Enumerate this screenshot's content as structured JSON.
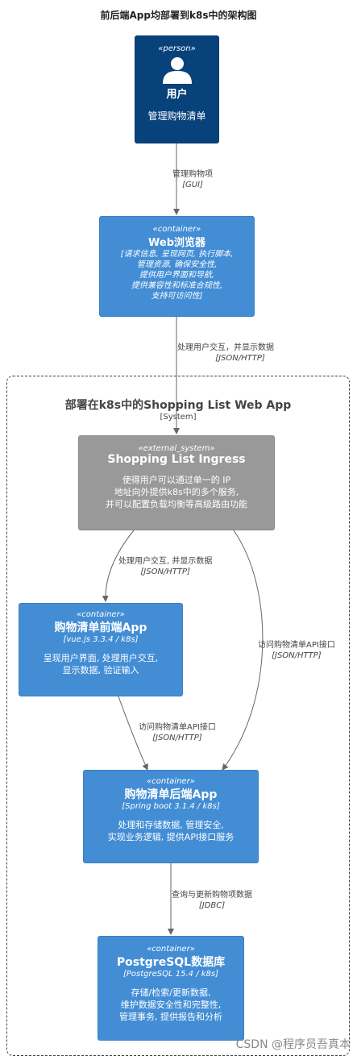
{
  "title": "前后端App均部署到k8s中的架构图",
  "boundary": {
    "title": "部署在k8s中的Shopping List Web App",
    "type": "[System]"
  },
  "nodes": {
    "user": {
      "stereotype": "«person»",
      "name": "用户",
      "description": "管理购物清单"
    },
    "browser": {
      "stereotype": "«container»",
      "name": "Web浏览器",
      "lines": [
        "[请求信息, 呈现网页, 执行脚本,",
        "管理资源, 确保安全性,",
        "提供用户界面和导航,",
        "提供兼容性和标准合规性,",
        "支持可访问性]"
      ]
    },
    "ingress": {
      "stereotype": "«external_system»",
      "name": "Shopping List Ingress",
      "lines": [
        "使得用户可以通过单一的 IP",
        "地址向外提供k8s中的多个服务,",
        "并可以配置负载均衡等高级路由功能"
      ]
    },
    "frontend": {
      "stereotype": "«container»",
      "name": "购物清单前端App",
      "technology": "[vue.js 3.3.4 / k8s]",
      "lines": [
        "呈现用户界面, 处理用户交互,",
        "显示数据, 验证输入"
      ]
    },
    "backend": {
      "stereotype": "«container»",
      "name": "购物清单后端App",
      "technology": "[Spring boot 3.1.4 / k8s]",
      "lines": [
        "处理和存储数据, 管理安全,",
        "实现业务逻辑, 提供API接口服务"
      ]
    },
    "database": {
      "stereotype": "«container»",
      "name": "PostgreSQL数据库",
      "technology": "[PostgreSQL 15.4 / k8s]",
      "lines": [
        "存储/检索/更新数据,",
        "维护数据安全性和完整性,",
        "管理事务, 提供报告和分析"
      ]
    }
  },
  "edges": {
    "user_browser": {
      "label": "管理购物项",
      "technology": "[GUI]"
    },
    "browser_ingress": {
      "label": "处理用户交互，并显示数据",
      "technology": "[JSON/HTTP]"
    },
    "ingress_frontend": {
      "label": "处理用户交互, 并显示数据",
      "technology": "[JSON/HTTP]"
    },
    "ingress_backend": {
      "label": "访问购物清单API接口",
      "technology": "[JSON/HTTP]"
    },
    "frontend_backend": {
      "label": "访问购物清单API接口",
      "technology": "[JSON/HTTP]"
    },
    "backend_database": {
      "label": "查询与更新购物项数据",
      "technology": "[JDBC]"
    }
  },
  "watermark": "CSDN @程序员吾真本",
  "colors": {
    "person": "#08427b",
    "container": "#438dd5",
    "external_system": "#999999",
    "arrow": "#666666"
  }
}
